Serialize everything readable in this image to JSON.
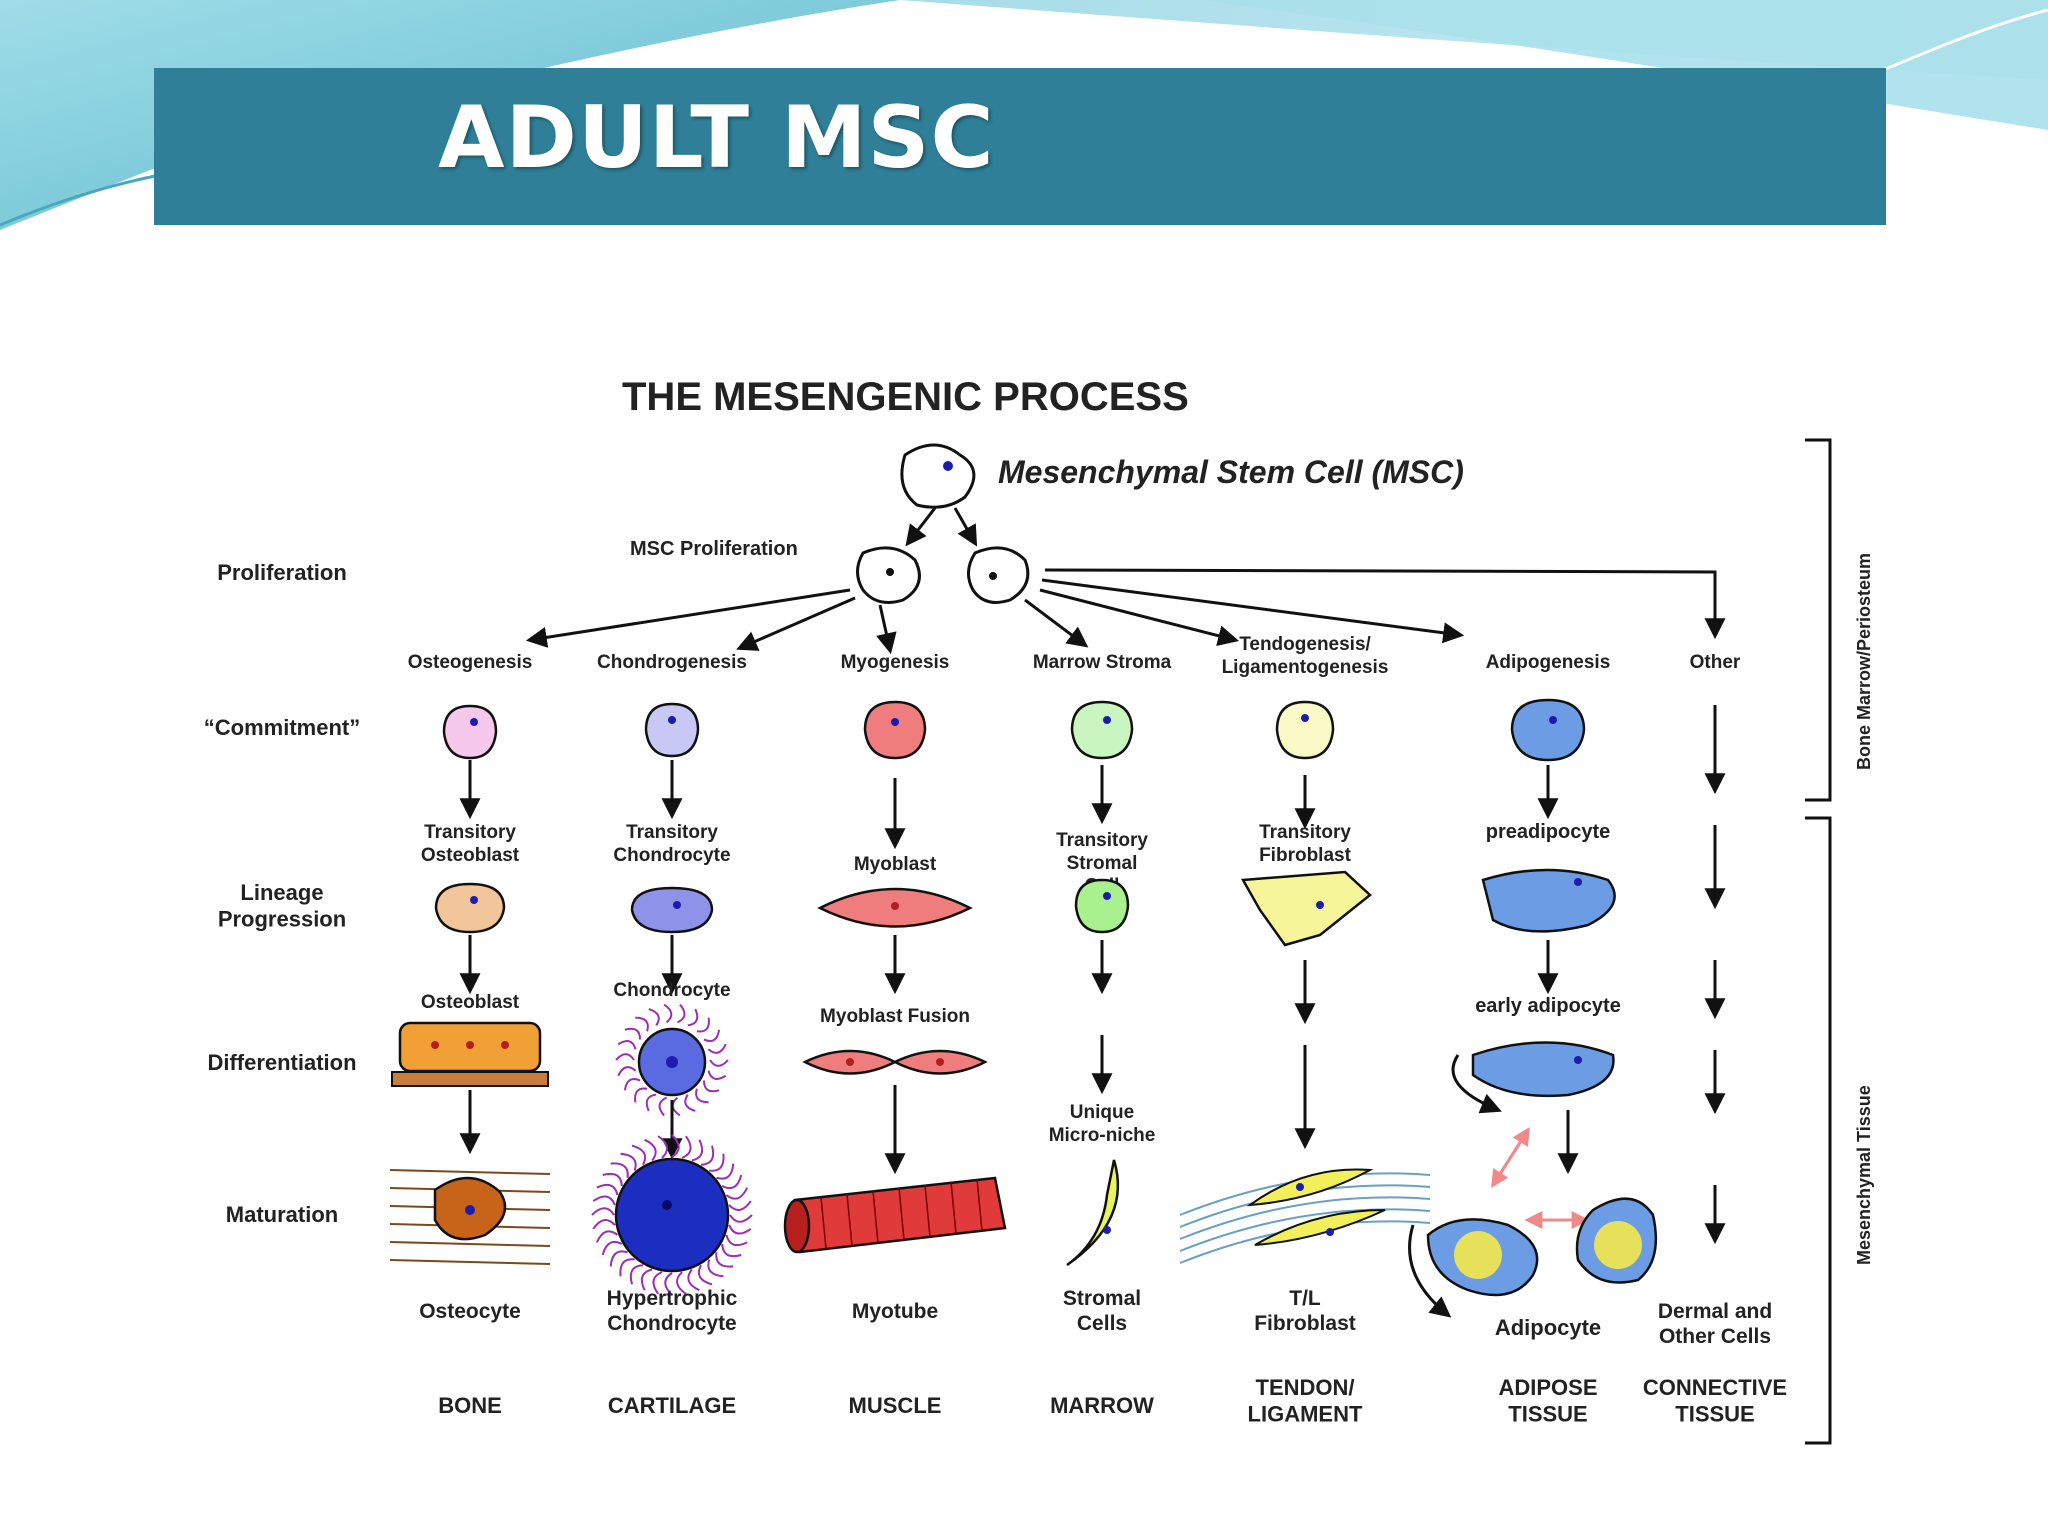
{
  "slide": {
    "title": "ADULT MSC"
  },
  "diagram": {
    "title": "THE MESENGENIC PROCESS",
    "msc_label": "Mesenchymal Stem Cell (MSC)",
    "proliferation_label": "MSC Proliferation",
    "stages": [
      "Proliferation",
      "“Commitment”",
      "Lineage Progression",
      "Differentiation",
      "Maturation"
    ],
    "side_labels": {
      "upper": "Bone Marrow/Periosteum",
      "lower": "Mesenchymal Tissue"
    },
    "lineages": [
      {
        "process": "Osteogenesis",
        "transitory": "Transitory Osteoblast",
        "differentiation": "Osteoblast",
        "mature": "Osteocyte",
        "tissue": "BONE"
      },
      {
        "process": "Chondrogenesis",
        "transitory": "Transitory Chondrocyte",
        "differentiation": "Chondrocyte",
        "mature": "Hypertrophic Chondrocyte",
        "tissue": "CARTILAGE"
      },
      {
        "process": "Myogenesis",
        "transitory": "Myoblast",
        "differentiation": "Myoblast Fusion",
        "mature": "Myotube",
        "tissue": "MUSCLE"
      },
      {
        "process": "Marrow Stroma",
        "transitory": "Transitory Stromal Cell",
        "differentiation": "Unique Micro-niche",
        "mature": "Stromal Cells",
        "tissue": "MARROW"
      },
      {
        "process": "Tendogenesis/ Ligamentogenesis",
        "transitory": "Transitory Fibroblast",
        "differentiation": "",
        "mature": "T/L Fibroblast",
        "tissue": "TENDON/ LIGAMENT"
      },
      {
        "process": "Adipogenesis",
        "transitory": "preadipocyte",
        "differentiation": "early adipocyte",
        "mature": "Adipocyte",
        "tissue": "ADIPOSE TISSUE"
      },
      {
        "process": "Other",
        "transitory": "",
        "differentiation": "",
        "mature": "Dermal and Other Cells",
        "tissue": "CONNECTIVE TISSUE"
      }
    ]
  },
  "colors": {
    "title_bar": "#2e7f97",
    "osteo": "#f2c59a",
    "chondro": "#8e92e8",
    "myo": "#f07d7d",
    "stroma": "#a9f08f",
    "tendon": "#f6f59a",
    "adipo": "#6c9ce3",
    "arrow_pink": "#f08a8a"
  }
}
